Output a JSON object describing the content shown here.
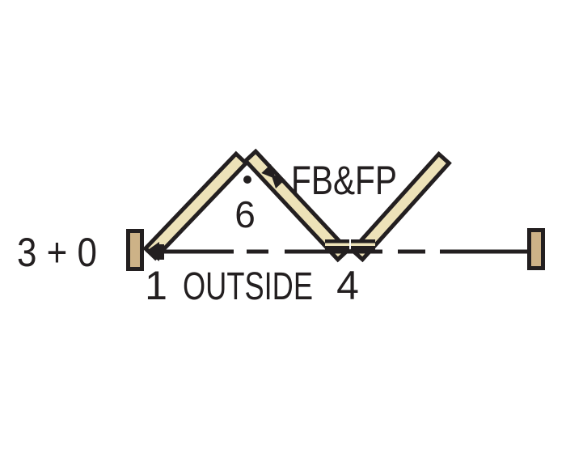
{
  "diagram": {
    "type": "bifold-door-configuration-diagram",
    "labels": {
      "configuration": "3 + 0",
      "jamb_panel_number": "1",
      "mid_panel_number": "6",
      "pivot_panel_number": "4",
      "outside": "OUTSIDE",
      "hardware": "FB&FP"
    },
    "icons": {
      "direction_arrow": "left-arrow-icon",
      "hinge_dot": "pivot-dot-icon",
      "hinge_bowtie": "flushbolt-bowtie-icon",
      "bottom_pivot": "pivot-plate-icon"
    },
    "colors": {
      "ink": "#231F20",
      "panel_fill": "#EDE2B8",
      "jamb_fill": "#CDB287",
      "background": "#FFFFFF"
    }
  }
}
